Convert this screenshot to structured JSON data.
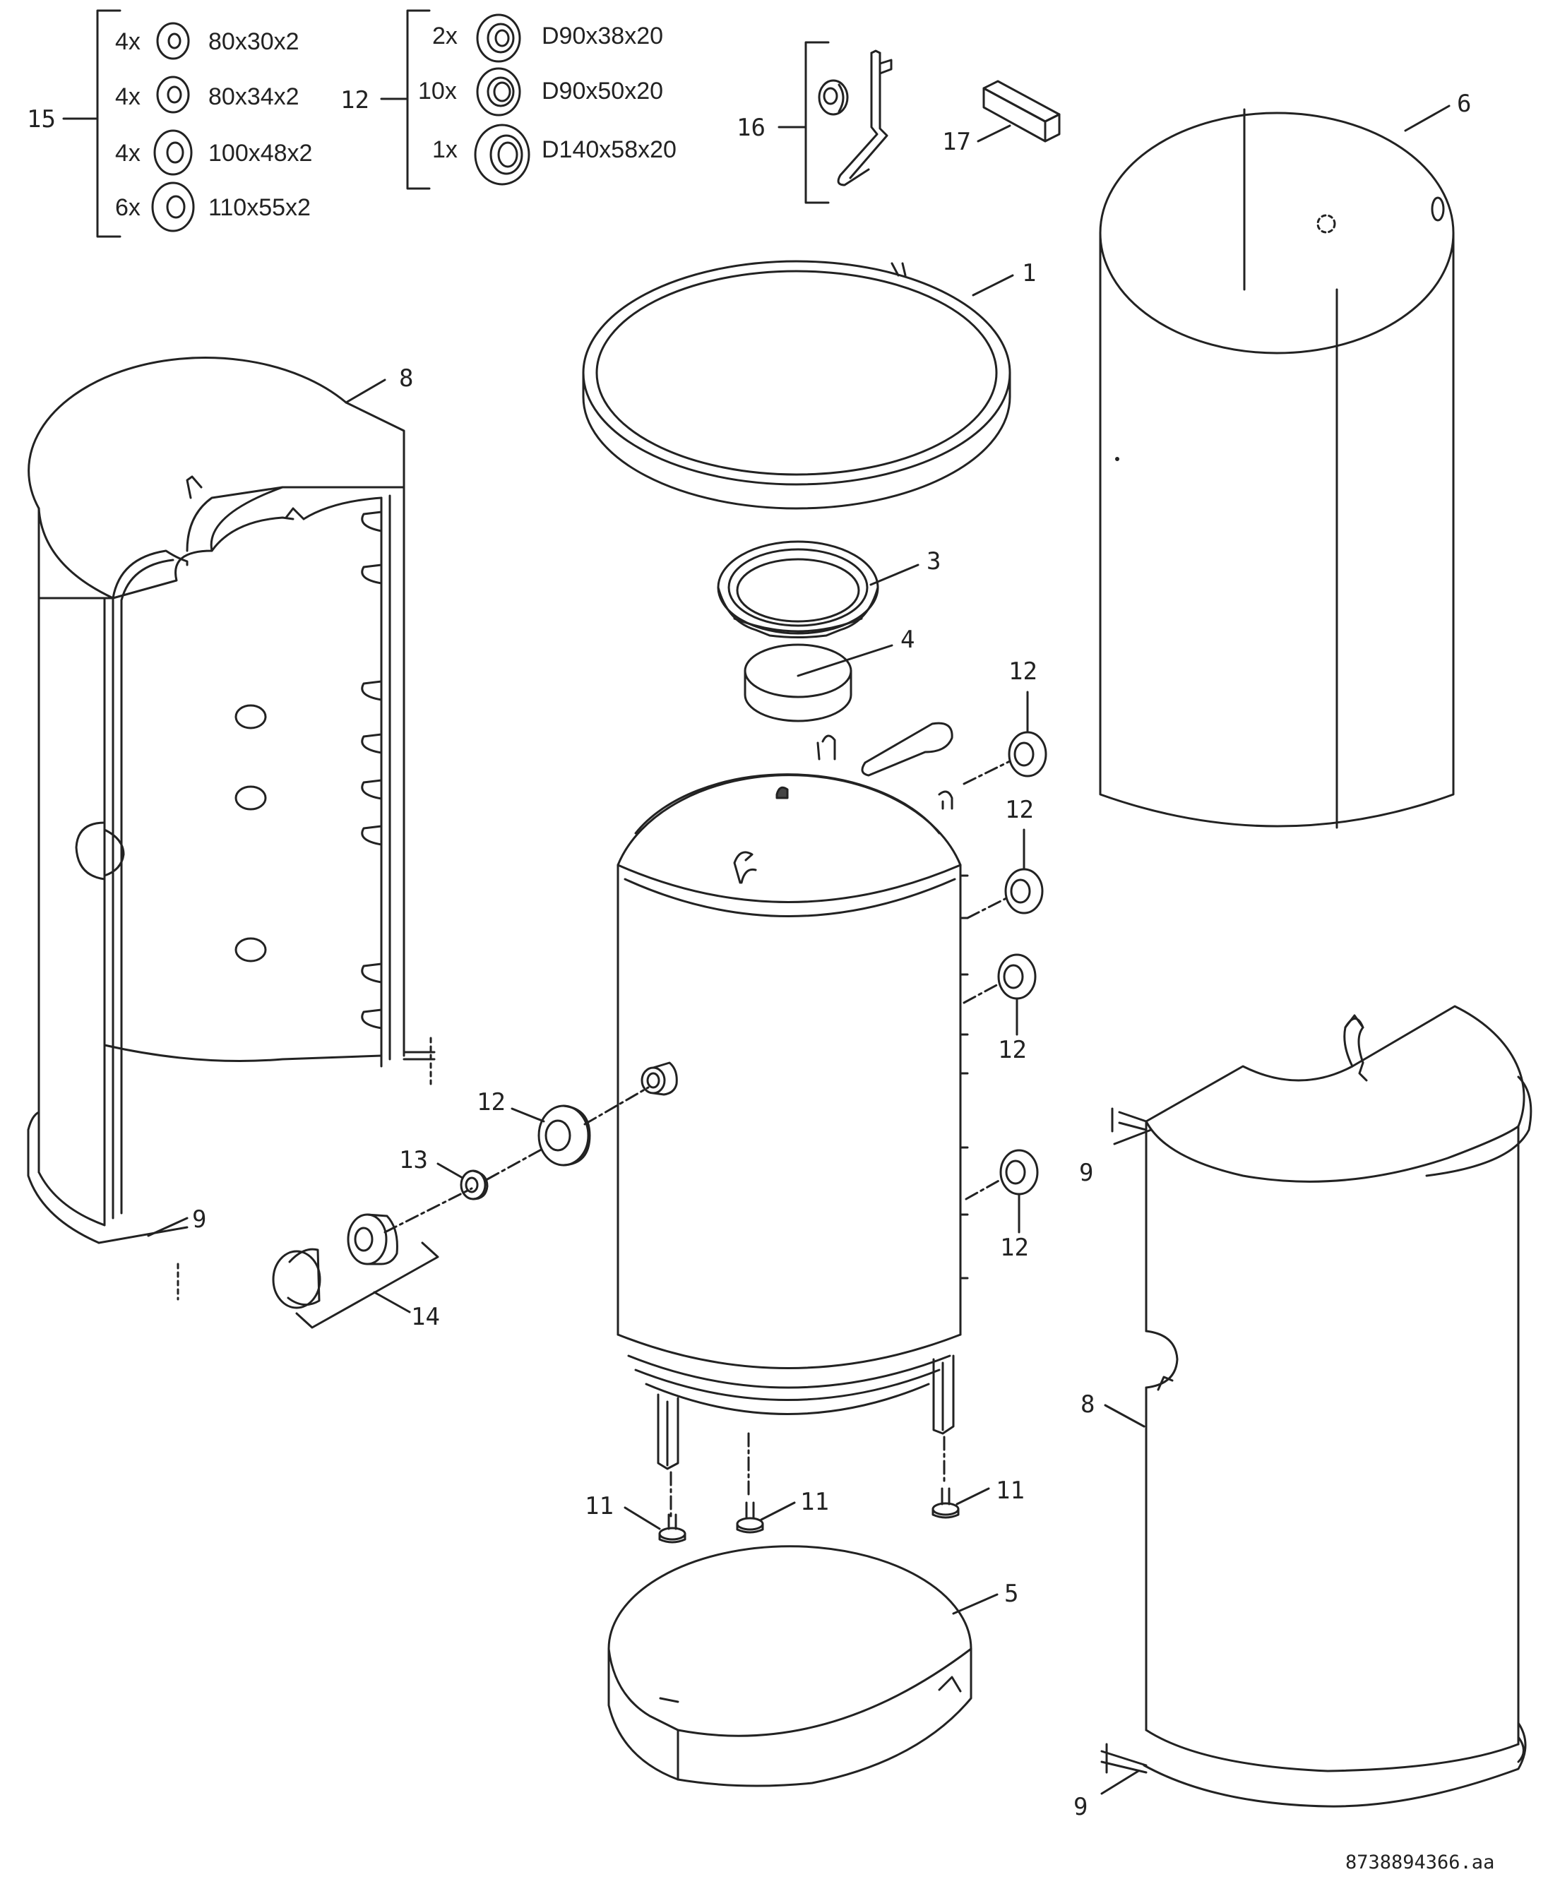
{
  "diagram": {
    "document_number": "8738894366.aa",
    "callouts": {
      "c1": "1",
      "c3": "3",
      "c4": "4",
      "c5": "5",
      "c6": "6",
      "c8_left": "8",
      "c8_right": "8",
      "c9_left": "9",
      "c9_right_top": "9",
      "c9_right_bottom": "9",
      "c11_left": "11",
      "c11_mid": "11",
      "c11_right": "11",
      "c12_r1": "12",
      "c12_r2": "12",
      "c12_r3": "12",
      "c12_r4": "12",
      "c12_front": "12",
      "c13": "13",
      "c14": "14",
      "c16": "16",
      "c17": "17"
    },
    "kit_15": {
      "label": "15",
      "items": [
        {
          "qty": "4x",
          "size": "80x30x2"
        },
        {
          "qty": "4x",
          "size": "80x34x2"
        },
        {
          "qty": "4x",
          "size": "100x48x2"
        },
        {
          "qty": "6x",
          "size": "110x55x2"
        }
      ]
    },
    "kit_12": {
      "label": "12",
      "items": [
        {
          "qty": "2x",
          "size": "D90x38x20"
        },
        {
          "qty": "10x",
          "size": "D90x50x20"
        },
        {
          "qty": "1x",
          "size": "D140x58x20"
        }
      ]
    }
  }
}
